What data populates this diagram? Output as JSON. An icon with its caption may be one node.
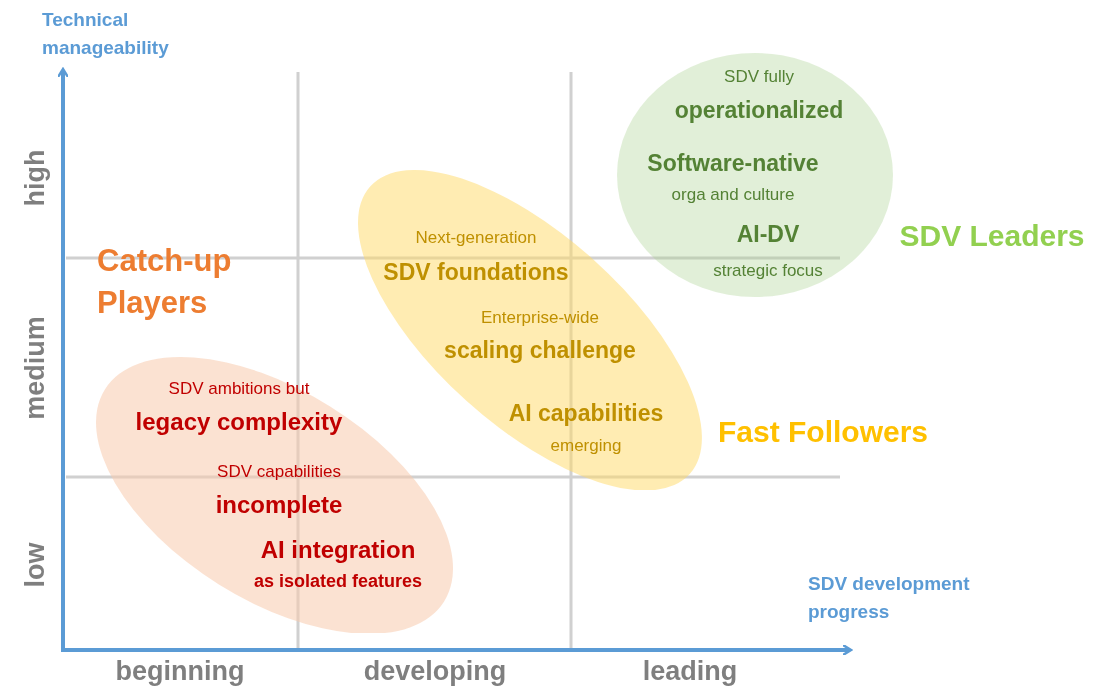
{
  "diagram": {
    "nodes": [
      {
        "text": [
          "SDV ambitions but",
          "legacy complexity",
          "SDV capabilities",
          "incomplete",
          "AI integration",
          "as isolated features"
        ],
        "beside": [
          "Catch-up Players"
        ]
      },
      {
        "text": [
          "Next-generation",
          "SDV foundations",
          "Enterprise-wide",
          "scaling challenge",
          "AI capabilities",
          "emerging"
        ],
        "beside": [
          "Fast Followers"
        ]
      },
      {
        "text": [
          "SDV fully",
          "operationalized",
          "Software-native",
          "orga and culture",
          "AI-DV",
          "strategic focus"
        ],
        "beside": [
          "SDV Leaders"
        ]
      }
    ],
    "edges": [],
    "labels": [
      "Technical manageability",
      "high",
      "medium",
      "low",
      "SDV development progress",
      "beginning",
      "developing",
      "leading"
    ]
  }
}
